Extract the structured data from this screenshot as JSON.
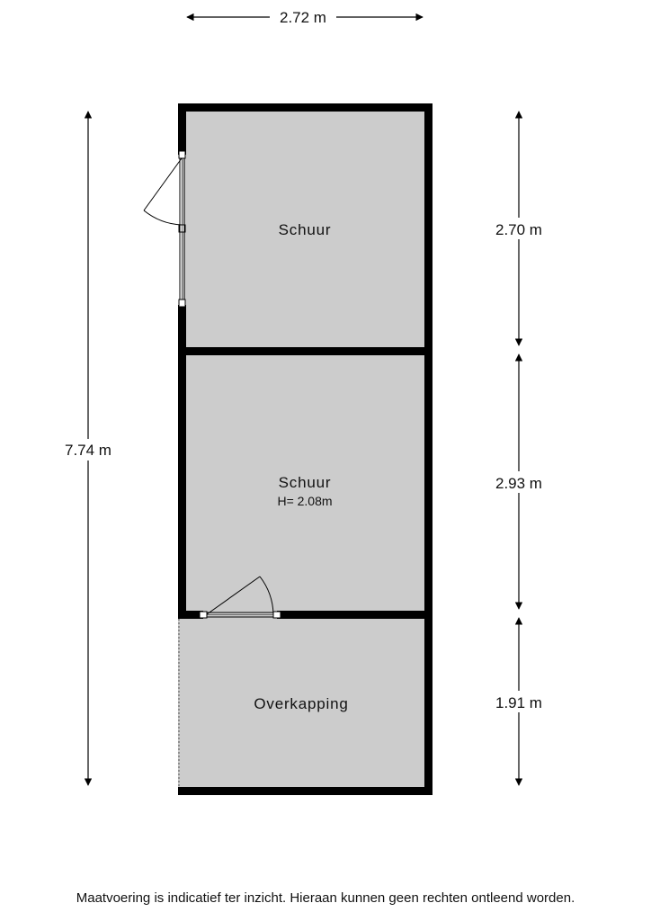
{
  "rooms": [
    {
      "name": "Schuur"
    },
    {
      "name": "Schuur",
      "height": "H= 2.08m"
    },
    {
      "name": "Overkapping"
    }
  ],
  "dimensions": {
    "total_width": "2.72 m",
    "total_length": "7.74 m",
    "room1_length": "2.70 m",
    "room2_length": "2.93 m",
    "room3_length": "1.91 m"
  },
  "disclaimer": "Maatvoering is indicatief ter inzicht. Hieraan kunnen geen rechten ontleend worden.",
  "colors": {
    "wall": "#000000",
    "floor": "#cccccc",
    "background": "#ffffff",
    "text": "#111111"
  }
}
